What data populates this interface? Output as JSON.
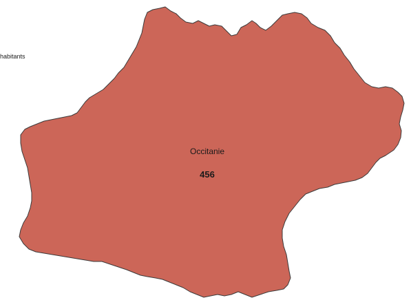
{
  "legend": {
    "text": "habitants"
  },
  "region": {
    "name": "Occitanie",
    "value": "456",
    "fill_color": "#cc6658",
    "border_color": "#3a3a3a"
  }
}
